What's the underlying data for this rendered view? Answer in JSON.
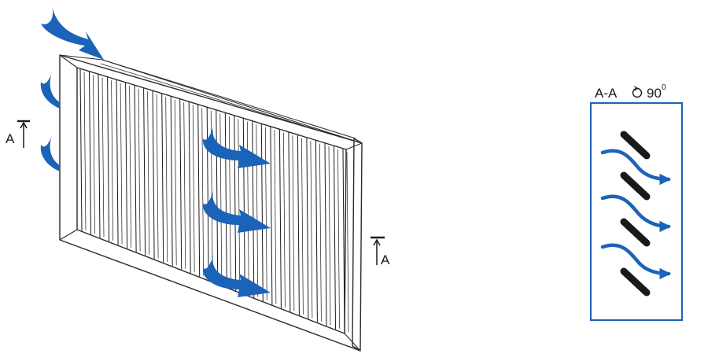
{
  "colors": {
    "arrow": "#1b63b8",
    "line": "#1a1a1a",
    "frame": "#2a2a2a",
    "slat": "#1a1a1a",
    "background": "#ffffff"
  },
  "labels": {
    "section_left": "A",
    "section_right": "A",
    "section_title_prefix": "A-A",
    "rotation_symbol": "↻",
    "rotation_value": "90",
    "rotation_unit": "0"
  },
  "icons": {
    "airflow": "curved-arrow-icon",
    "section_marker": "section-arrow-icon",
    "rotate": "rotate-icon"
  }
}
